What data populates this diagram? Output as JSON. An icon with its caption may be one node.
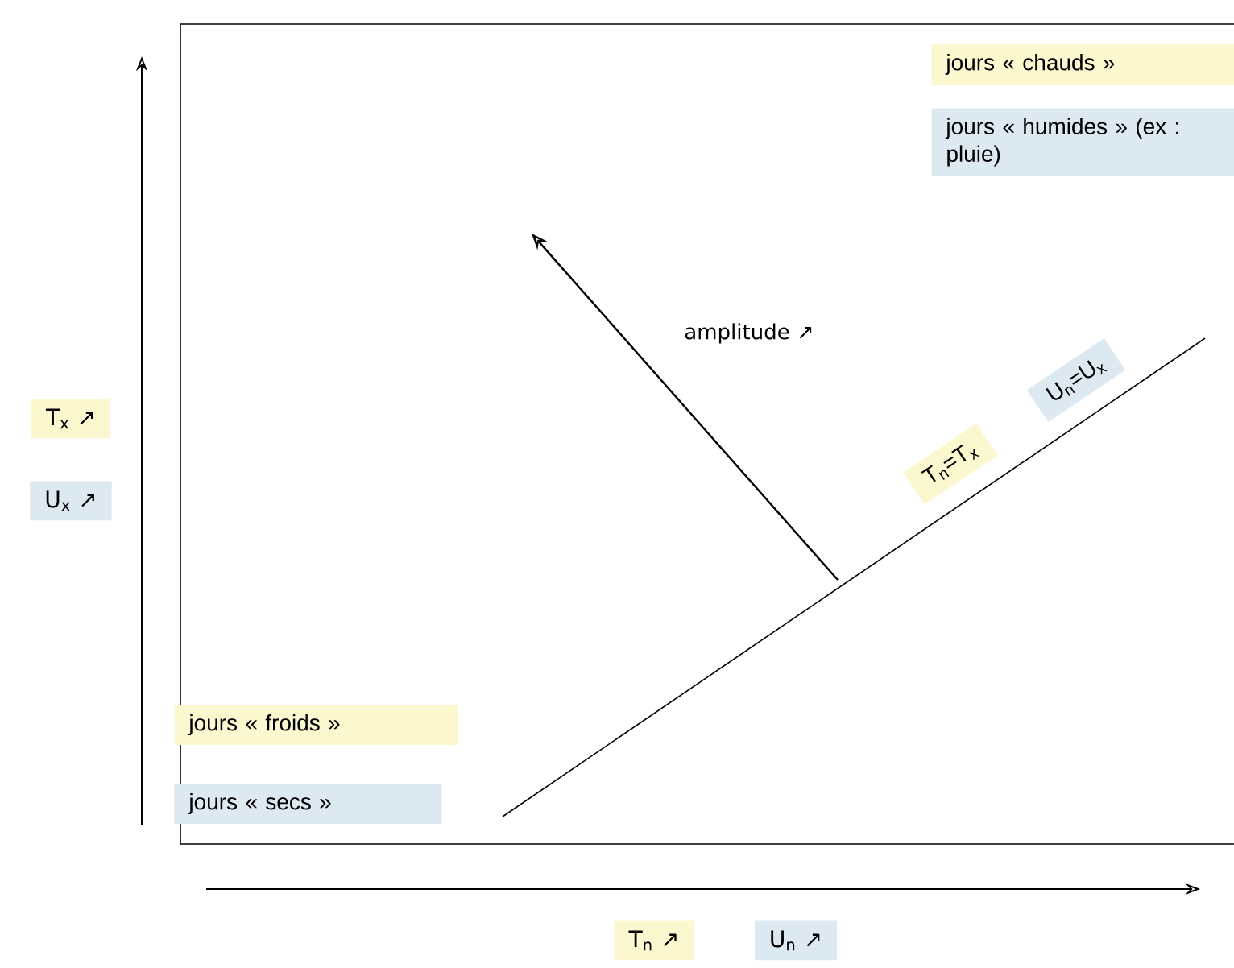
{
  "diagram": {
    "nodes": [
      {
        "text": [
          "jours « chauds »"
        ]
      },
      {
        "text": [
          "jours « humides » (ex : pluie)"
        ]
      },
      {
        "text": [
          "T$_{x}$ ↗"
        ]
      },
      {
        "text": [
          "U$_{x}$ ↗"
        ]
      },
      {
        "text": [
          "T$_{n}$=T$_{x}$"
        ]
      },
      {
        "text": [
          "U$_{n}$=U$_{x}$"
        ]
      },
      {
        "text": [
          "jours « froids »"
        ]
      },
      {
        "text": [
          "jours « secs »"
        ]
      },
      {
        "text": [
          "T$_{n}$ ↗"
        ]
      },
      {
        "text": [
          "U$_{n}$ ↗"
        ]
      }
    ],
    "labels": [
      "amplitude ↗"
    ]
  }
}
